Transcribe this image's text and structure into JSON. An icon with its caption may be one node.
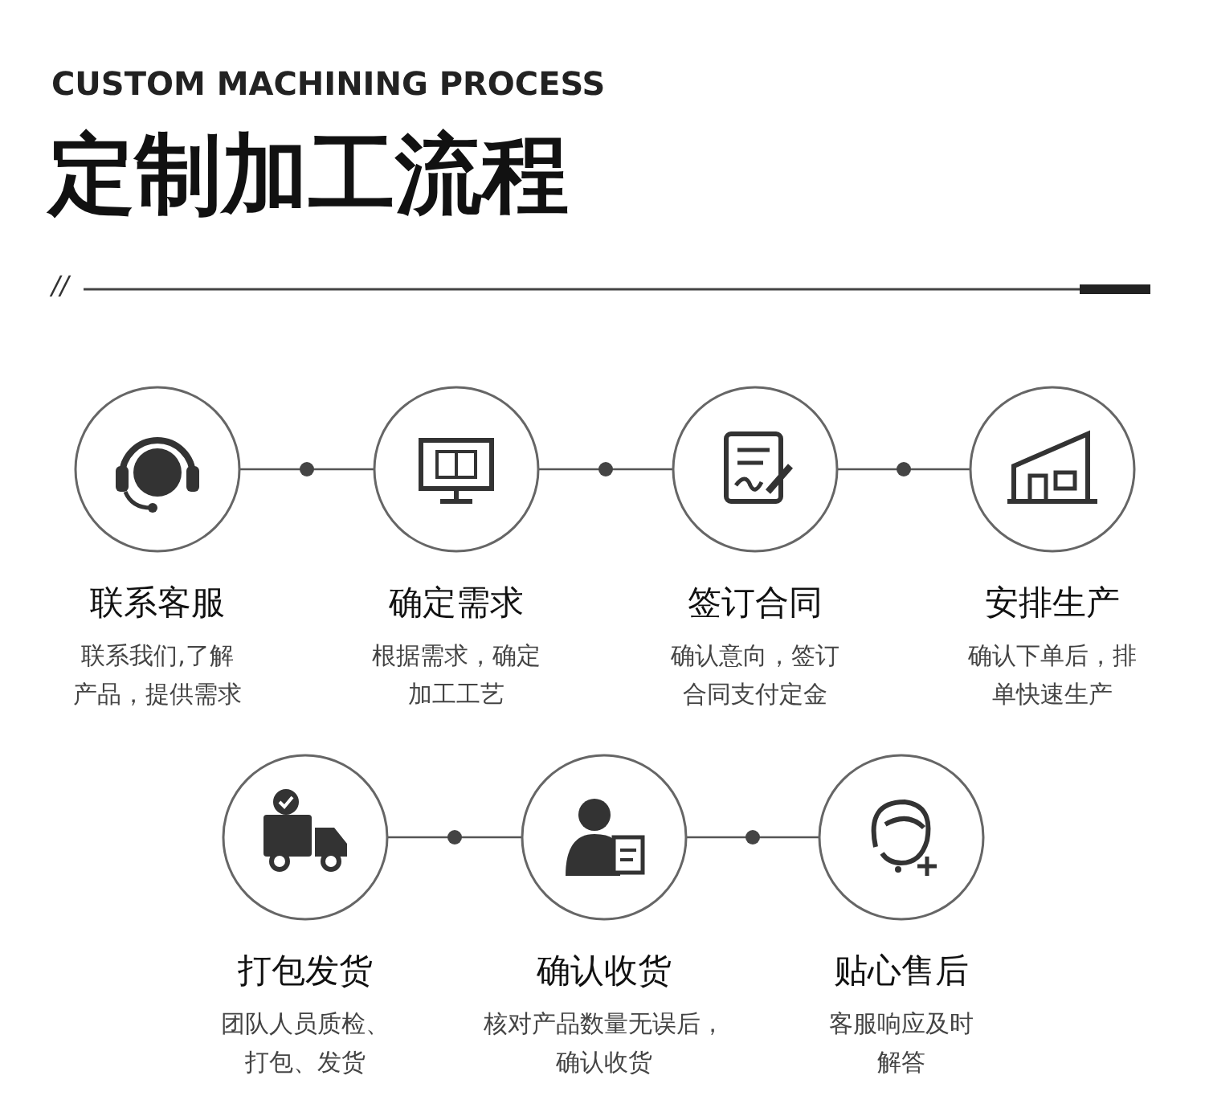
{
  "diagram": {
    "title": "定制加工流程",
    "nodes": [
      {
        "text": [
          "联系客服",
          "联系我们,了解产品，提供需求"
        ]
      },
      {
        "text": [
          "确定需求",
          "根据需求，确定加工工艺"
        ]
      },
      {
        "text": [
          "签订合同",
          "确认意向，签订合同支付定金"
        ]
      },
      {
        "text": [
          "安排生产",
          "确认下单后，排单快速生产"
        ]
      },
      {
        "text": [
          "打包发货",
          "团队人员质检、打包、发货"
        ]
      },
      {
        "text": [
          "确认收货",
          "核对产品数量无误后，确认收货"
        ]
      },
      {
        "text": [
          "贴心售后",
          "客服响应及时解答"
        ]
      }
    ],
    "edges": [
      {
        "from": 0,
        "to": 1,
        "arrow": "none"
      },
      {
        "from": 1,
        "to": 2,
        "arrow": "none"
      },
      {
        "from": 2,
        "to": 3,
        "arrow": "none"
      },
      {
        "from": 4,
        "to": 5,
        "arrow": "none"
      },
      {
        "from": 5,
        "to": 6,
        "arrow": "none"
      }
    ],
    "labels": [
      "CUSTOM MACHINING PROCESS",
      "//"
    ]
  }
}
